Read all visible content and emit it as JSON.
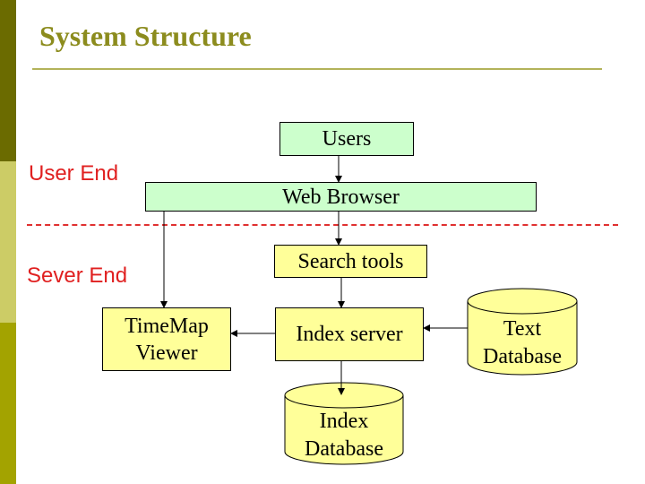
{
  "slide": {
    "title": "System Structure"
  },
  "regions": {
    "user_end": "User End",
    "server_end": "Sever End"
  },
  "nodes": {
    "users": "Users",
    "web_browser": "Web Browser",
    "search_tools": "Search tools",
    "index_server": "Index server",
    "timemap_viewer": [
      "TimeMap",
      "Viewer"
    ],
    "text_database": [
      "Text",
      "Database"
    ],
    "index_database": [
      "Index",
      "Database"
    ]
  },
  "colors": {
    "title": "#8c8c1e",
    "region_label": "#e02020",
    "divider": "#e03030",
    "process_box": "#ffff99",
    "client_box": "#ccffcc"
  }
}
